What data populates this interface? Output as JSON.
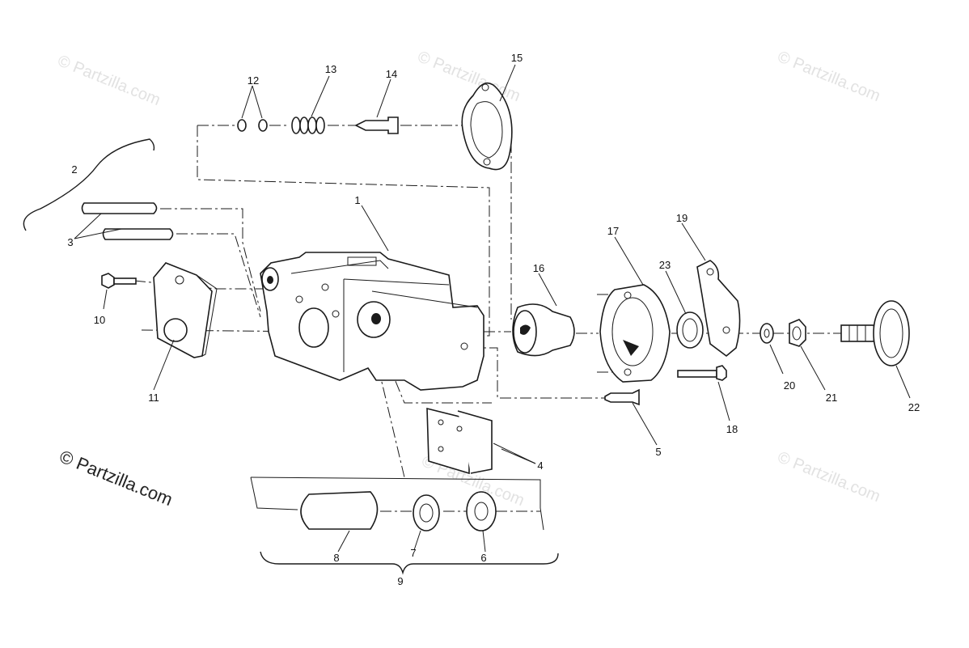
{
  "watermark": "© Partzilla.com",
  "copyright": "© Partzilla.com",
  "callouts": {
    "c1": "1",
    "c2": "2",
    "c3": "3",
    "c4": "4",
    "c5": "5",
    "c6": "6",
    "c7": "7",
    "c8": "8",
    "c9": "9",
    "c10": "10",
    "c11": "11",
    "c12": "12",
    "c13": "13",
    "c14": "14",
    "c15": "15",
    "c16": "16",
    "c17": "17",
    "c18": "18",
    "c19": "19",
    "c20": "20",
    "c21": "21",
    "c22": "22",
    "c23": "23"
  }
}
